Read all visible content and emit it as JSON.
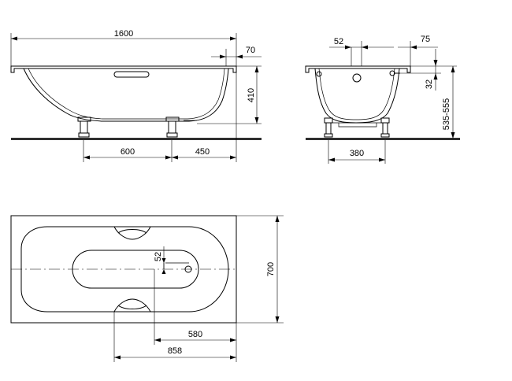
{
  "dimensions": {
    "side_length": "1600",
    "side_rim": "70",
    "side_height": "410",
    "side_feet_spacing": "600",
    "side_feet_offset": "450",
    "front_left_offset": "52",
    "front_right_offset": "75",
    "front_overflow": "32",
    "front_height_range": "535-555",
    "front_feet_spacing": "380",
    "plan_width": "700",
    "plan_drain_offset": "52",
    "plan_drain_distance": "580",
    "plan_handle_distance": "858"
  }
}
